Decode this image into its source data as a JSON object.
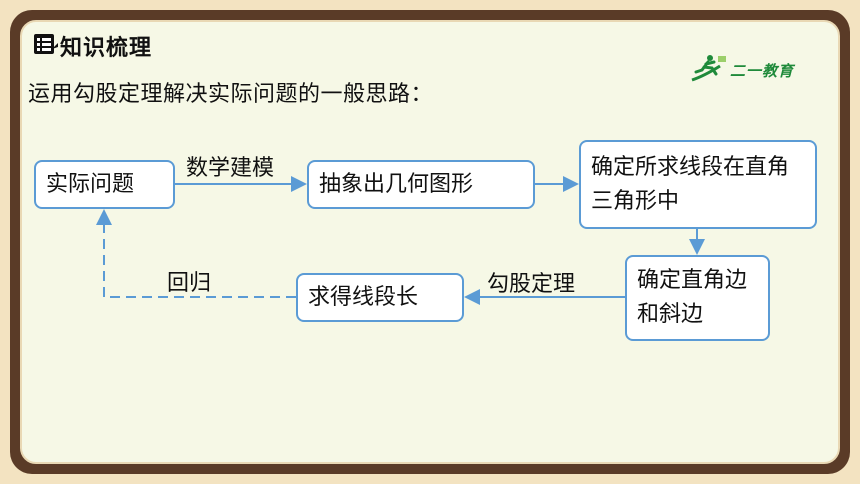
{
  "header": {
    "title": "知识梳理",
    "icon": "list-icon"
  },
  "logo": {
    "text": "二一教育",
    "icon": "running-figure-icon"
  },
  "intro": "运用勾股定理解决实际问题的一般思路：",
  "diagram": {
    "boxes": {
      "practical_problem": "实际问题",
      "abstract_shape": "抽象出几何图形",
      "determine_segment": "确定所求线段在直角三角形中",
      "determine_sides": "确定直角边和斜边",
      "find_length": "求得线段长"
    },
    "edges": {
      "math_modeling": "数学建模",
      "pythagorean": "勾股定理",
      "return": "回归"
    }
  },
  "colors": {
    "box_border": "#5b9bd5",
    "frame": "#5a3b27",
    "board": "#f6f8e6",
    "logo": "#1f8a3a"
  }
}
